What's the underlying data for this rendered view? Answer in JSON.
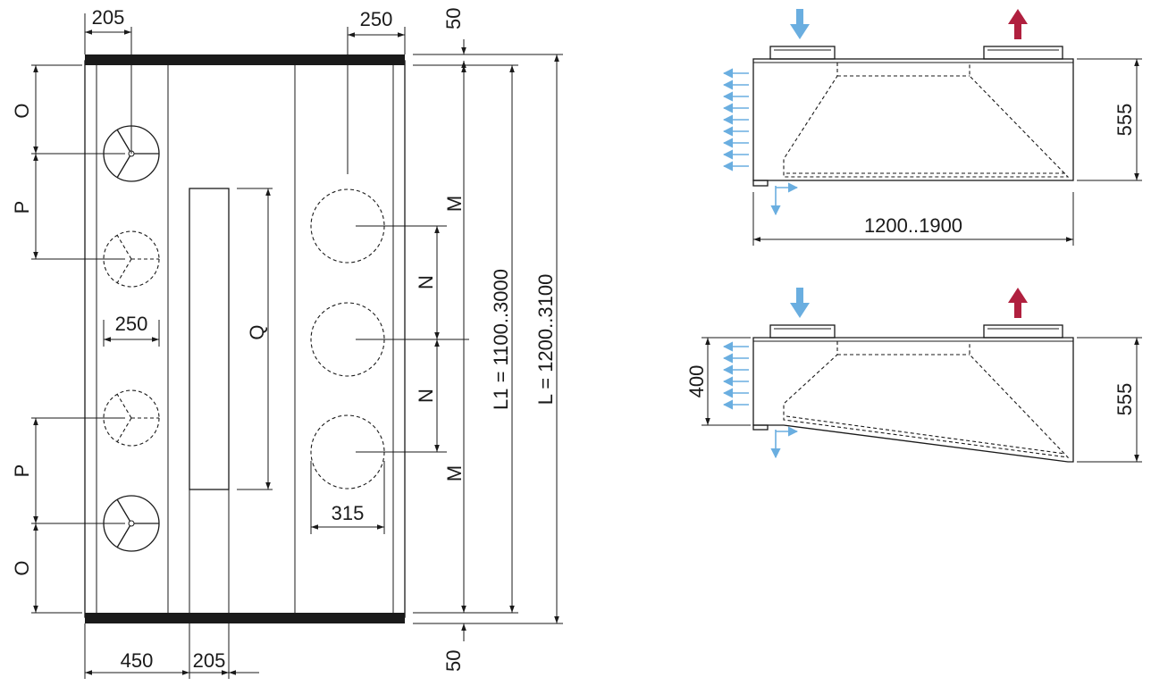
{
  "plan_view": {
    "dims": {
      "top_left_205": "205",
      "top_right_250": "250",
      "top_50": "50",
      "bottom_50": "50",
      "bottom_450": "450",
      "bottom_205": "205",
      "o_top": "O",
      "p_top": "P",
      "p_bottom": "P",
      "o_bottom": "O",
      "mid_250": "250",
      "q": "Q",
      "m_top": "M",
      "n_top": "N",
      "n_bottom": "N",
      "m_bottom": "M",
      "dia_315": "315",
      "l1": "L1 = 1100..3000",
      "l": "L = 1200..3100"
    }
  },
  "side_view_top": {
    "height": "555",
    "width": "1200..1900"
  },
  "side_view_bottom": {
    "height": "555",
    "front": "400"
  },
  "colors": {
    "supply_arrow": "#6aaee0",
    "exhaust_arrow": "#b0203f",
    "line": "#1a1a1a"
  }
}
